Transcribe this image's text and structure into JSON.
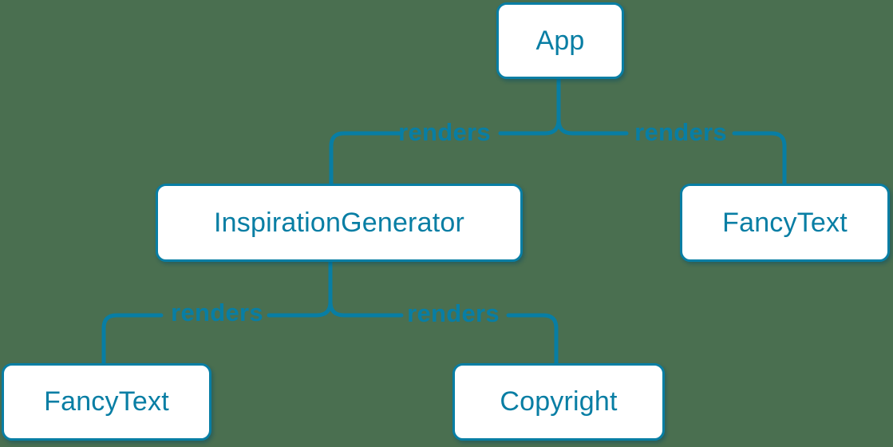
{
  "diagram": {
    "type": "component-render-tree",
    "colors": {
      "background": "#4a6f50",
      "accent": "#087ea4",
      "node_fill": "#ffffff"
    },
    "nodes": [
      {
        "id": "app",
        "label": "App"
      },
      {
        "id": "inspiration-generator",
        "label": "InspirationGenerator"
      },
      {
        "id": "fancy-text-top",
        "label": "FancyText"
      },
      {
        "id": "fancy-text-bottom",
        "label": "FancyText"
      },
      {
        "id": "copyright",
        "label": "Copyright"
      }
    ],
    "edges": [
      {
        "from": "App",
        "to": "InspirationGenerator",
        "label": "renders"
      },
      {
        "from": "App",
        "to": "FancyText",
        "label": "renders"
      },
      {
        "from": "InspirationGenerator",
        "to": "FancyText",
        "label": "renders"
      },
      {
        "from": "InspirationGenerator",
        "to": "Copyright",
        "label": "renders"
      }
    ]
  }
}
